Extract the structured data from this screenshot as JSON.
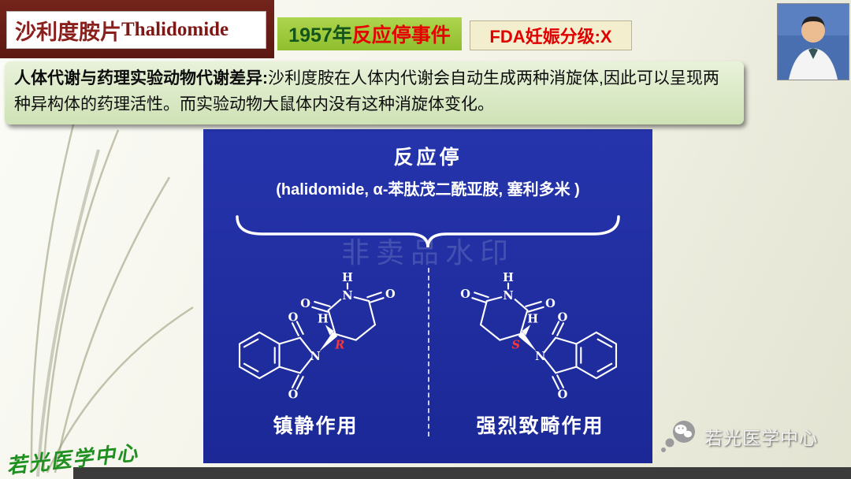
{
  "header": {
    "title_cn": "沙利度胺片",
    "title_en": "Thalidomide",
    "year": "1957年",
    "event": "反应停事件",
    "fda": "FDA妊娠分级:X"
  },
  "summary": {
    "lead": "人体代谢与药理实验动物代谢差异:",
    "body": "沙利度胺在人体内代谢会自动生成两种消旋体,因此可以呈现两种异构体的药理活性。而实验动物大鼠体内没有这种消旋体变化。"
  },
  "panel": {
    "title": "反应停",
    "subtitle": "(halidomide, α-苯肽茂二酰亚胺, 塞利多米 )",
    "watermark": "非卖品水印",
    "left": {
      "stereo": "R",
      "caption": "镇静作用"
    },
    "right": {
      "stereo": "S",
      "caption": "强烈致畸作用"
    },
    "atoms": {
      "O": "O",
      "N": "N",
      "H": "H"
    }
  },
  "footer": {
    "signature": "若光医学中心",
    "wechat_label": "若光医学中心"
  },
  "colors": {
    "panel_bg": "#1f2da0",
    "stereo_red": "#ff3434",
    "badge_green": "#9cc83c",
    "title_maroon": "#6b1f17",
    "fda_cream": "#f3eecd"
  }
}
